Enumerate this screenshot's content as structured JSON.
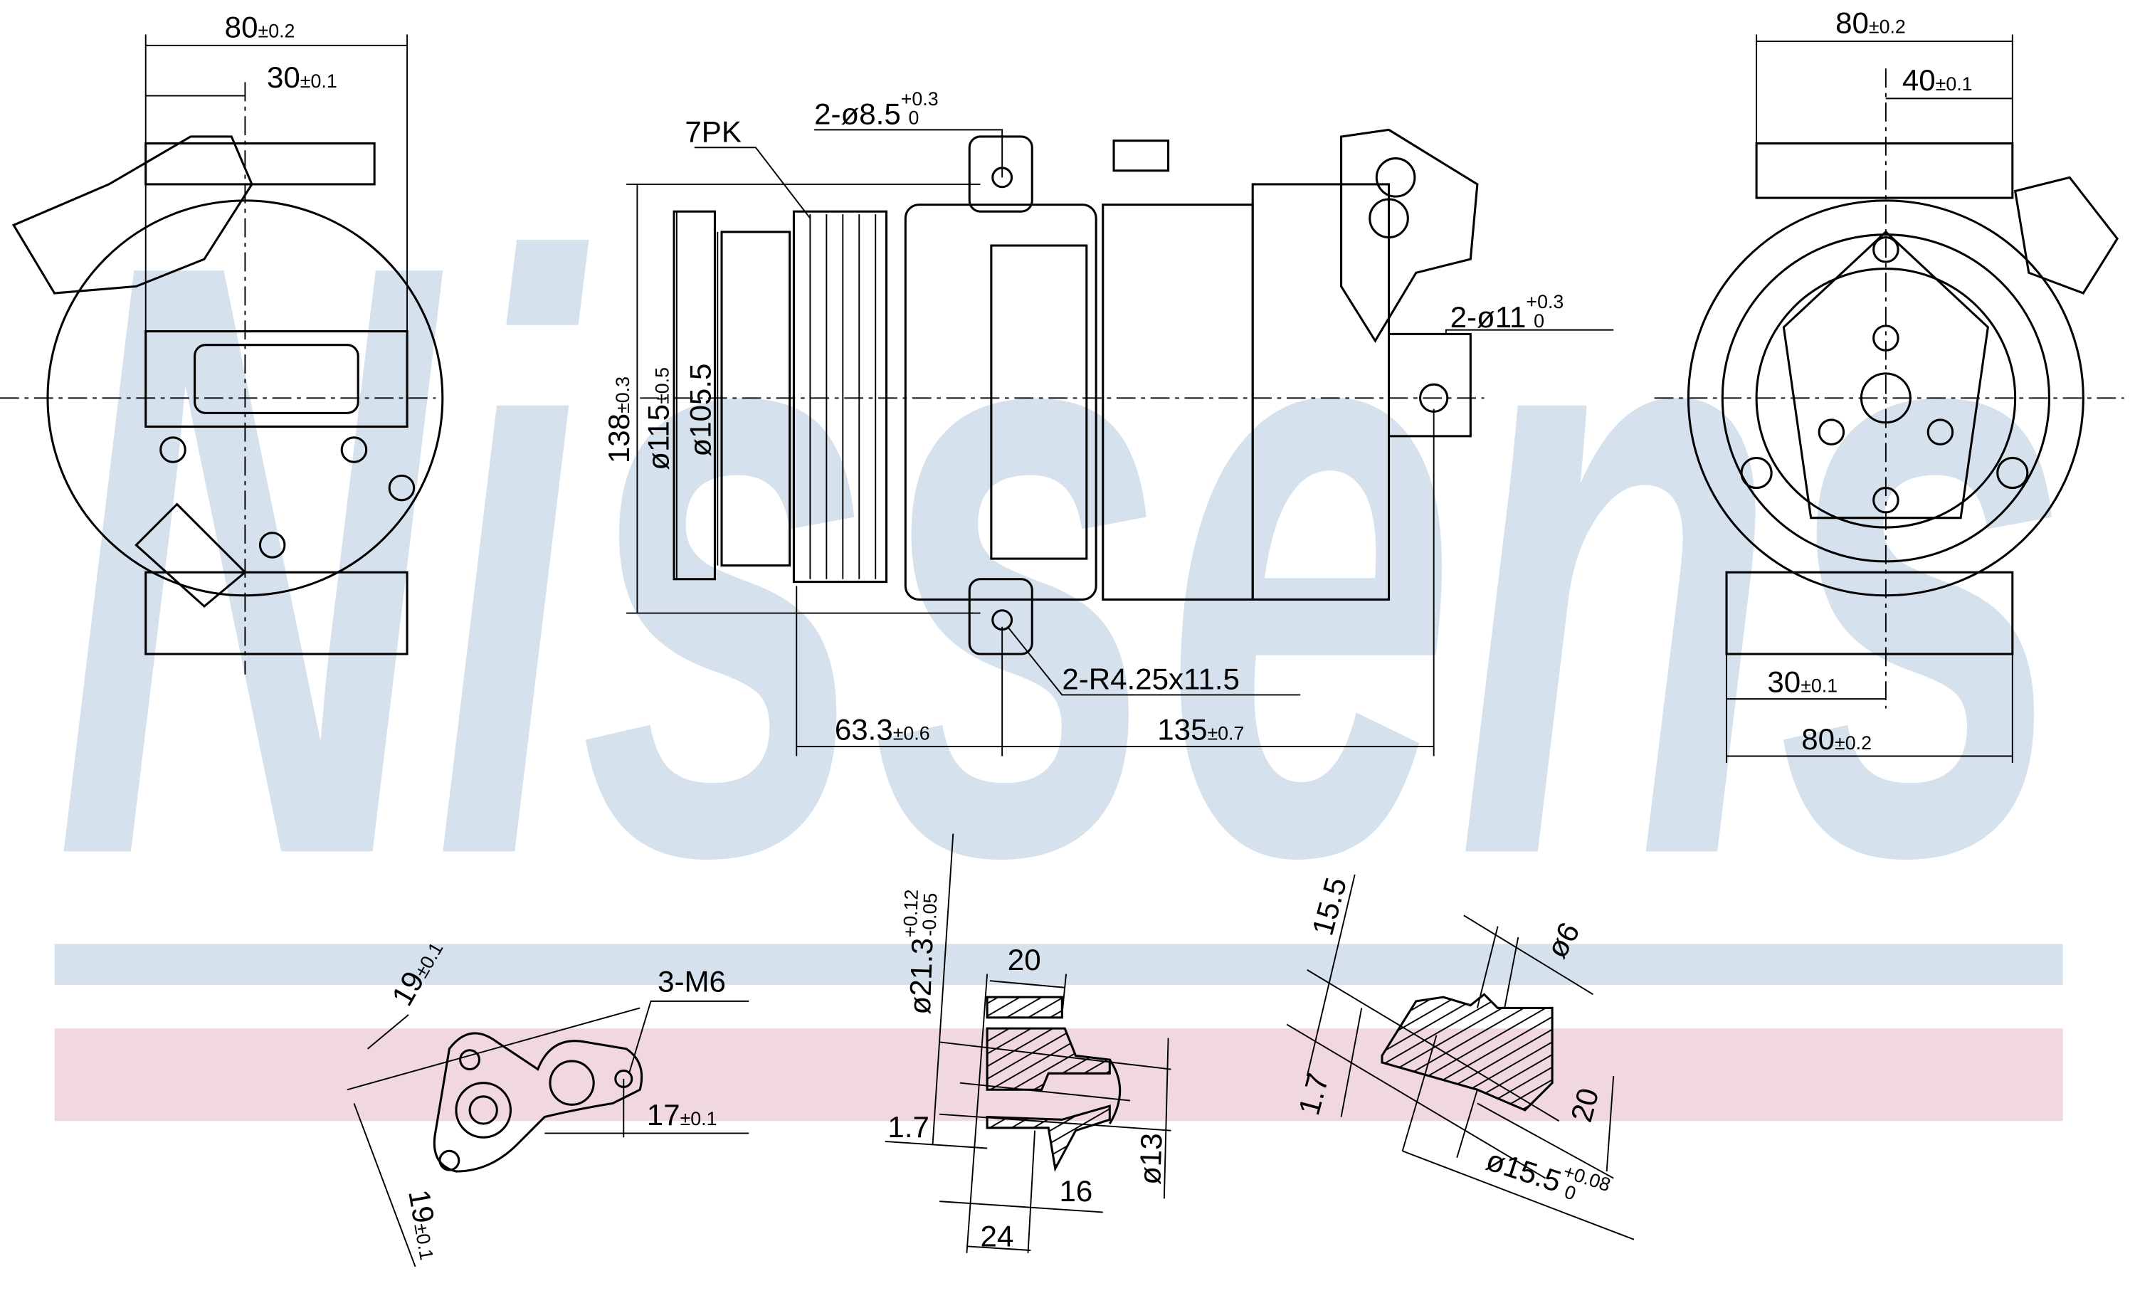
{
  "watermark": "Nissens",
  "colors": {
    "watermark": "#d5e1ec",
    "band_blue": "#d5e1ec",
    "band_pink": "#f0d8de",
    "line": "#000000"
  },
  "left_view": {
    "dim_width": {
      "main": "80",
      "tol": "±0.2"
    },
    "dim_offset": {
      "main": "30",
      "tol": "±0.1"
    }
  },
  "side_view": {
    "belt": "7PK",
    "mount_holes_top": {
      "main": "2-ø8.5",
      "tol_upper": "+0.3",
      "tol_lower": "0"
    },
    "mount_holes_right": {
      "main": "2-ø11",
      "tol_upper": "+0.3",
      "tol_lower": "0"
    },
    "slot": "2-R4.25x11.5",
    "height": {
      "main": "138",
      "tol": "±0.3"
    },
    "pulley_dia": {
      "main": "ø115",
      "tol": "±0.5"
    },
    "clutch_dia": "ø105.5",
    "dist_pulley": {
      "main": "63.3",
      "tol": "±0.6"
    },
    "dist_mount": {
      "main": "135",
      "tol": "±0.7"
    }
  },
  "right_view": {
    "dim_width_top": {
      "main": "80",
      "tol": "±0.2"
    },
    "dim_offset_top": {
      "main": "40",
      "tol": "±0.1"
    },
    "dim_offset_bottom": {
      "main": "30",
      "tol": "±0.1"
    },
    "dim_width_bottom": {
      "main": "80",
      "tol": "±0.2"
    }
  },
  "flange_detail": {
    "thread": "3-M6",
    "dim_a": {
      "main": "19",
      "tol": "±0.1"
    },
    "dim_b": {
      "main": "19",
      "tol": "±0.1"
    },
    "dim_c": {
      "main": "17",
      "tol": "±0.1"
    }
  },
  "port_detail_1": {
    "dia": {
      "main": "ø21.3",
      "tol_upper": "+0.12",
      "tol_lower": "-0.05"
    },
    "width": "20",
    "step": "1.7",
    "len_16": "16",
    "len_24": "24",
    "bore": "ø13"
  },
  "port_detail_2": {
    "depth": "15.5",
    "pin_dia": "ø6",
    "step": "1.7",
    "width": "20",
    "dia": {
      "main": "ø15.5",
      "tol_upper": "+0.08",
      "tol_lower": "0"
    }
  }
}
